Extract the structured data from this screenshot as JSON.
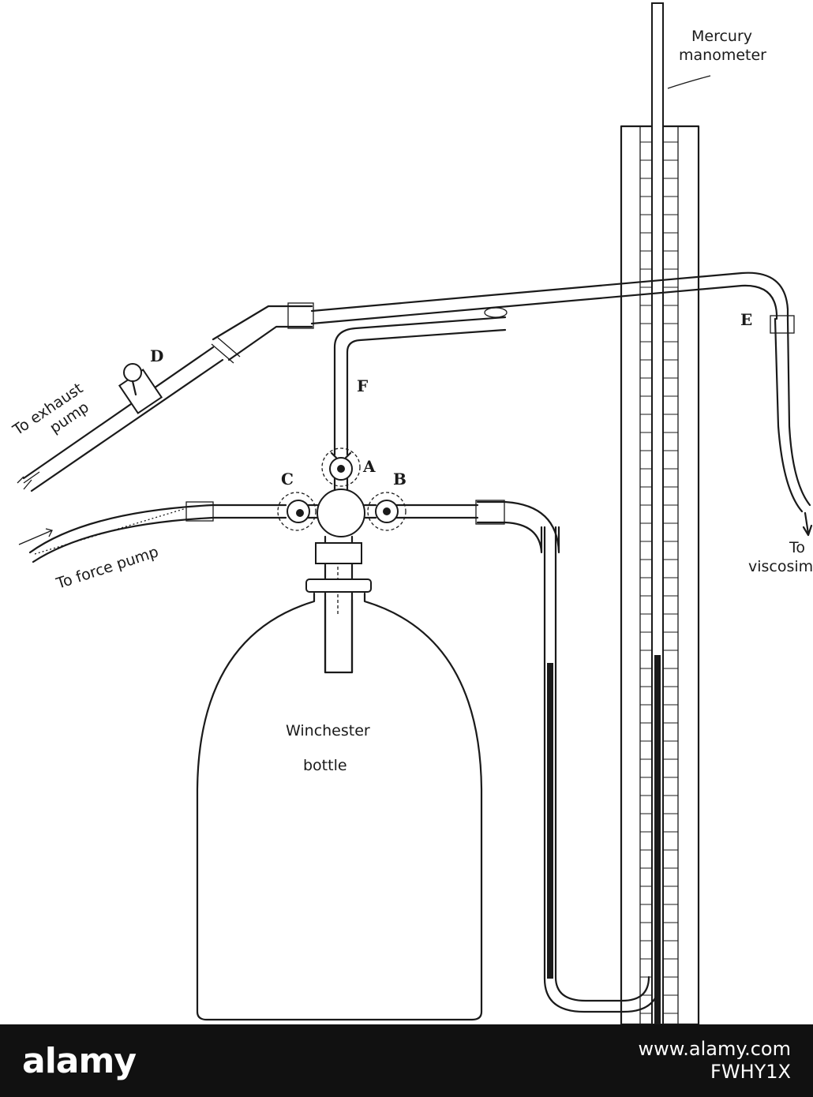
{
  "labels": {
    "mercury_line1": "Mercury",
    "mercury_line2": "manometer",
    "letter_a": "A",
    "letter_b": "B",
    "letter_c": "C",
    "letter_d": "D",
    "letter_e": "E",
    "letter_f": "F",
    "exhaust_line1": "To exhaust",
    "exhaust_line2": "pump",
    "force_pump": "To force pump",
    "viscosimeter_line1": "To",
    "viscosimeter_line2": "viscosim",
    "bottle_line1": "Winchester",
    "bottle_line2": "bottle"
  },
  "footer": {
    "brand": "alamy",
    "image_id_line1": "www.alamy.com",
    "image_id_line2": "FWHY1X"
  },
  "colors": {
    "ink": "#1a1a1a",
    "paper": "#ffffff",
    "footer_bg": "#111111"
  }
}
